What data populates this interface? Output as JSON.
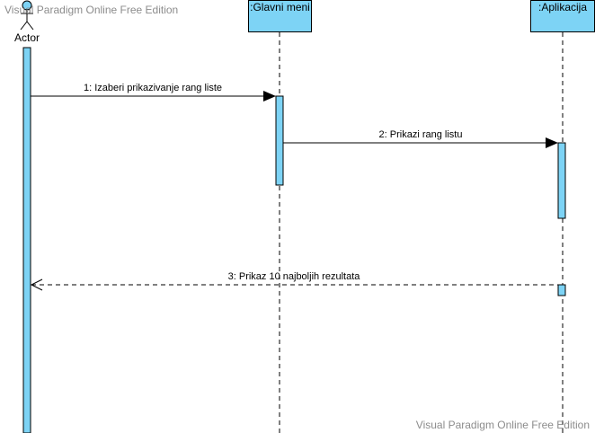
{
  "watermark": {
    "top": "Visual Paradigm Online Free Edition",
    "bottom": "Visual Paradigm Online Free Edition"
  },
  "actor": {
    "label": "Actor"
  },
  "lifelines": {
    "glavni_meni": ":Glavni meni",
    "aplikacija": ":Aplikacija"
  },
  "messages": [
    {
      "label": "1: Izaberi prikazivanje rang liste",
      "kind": "sync"
    },
    {
      "label": "2: Prikazi rang listu",
      "kind": "sync"
    },
    {
      "label": "3: Prikaz 10 najboljih rezultata",
      "kind": "return"
    }
  ],
  "colors": {
    "lifeline_fill": "#7dd3f5",
    "activation_fill": "#7dd3f5",
    "watermark_text": "#8c8c8c"
  }
}
